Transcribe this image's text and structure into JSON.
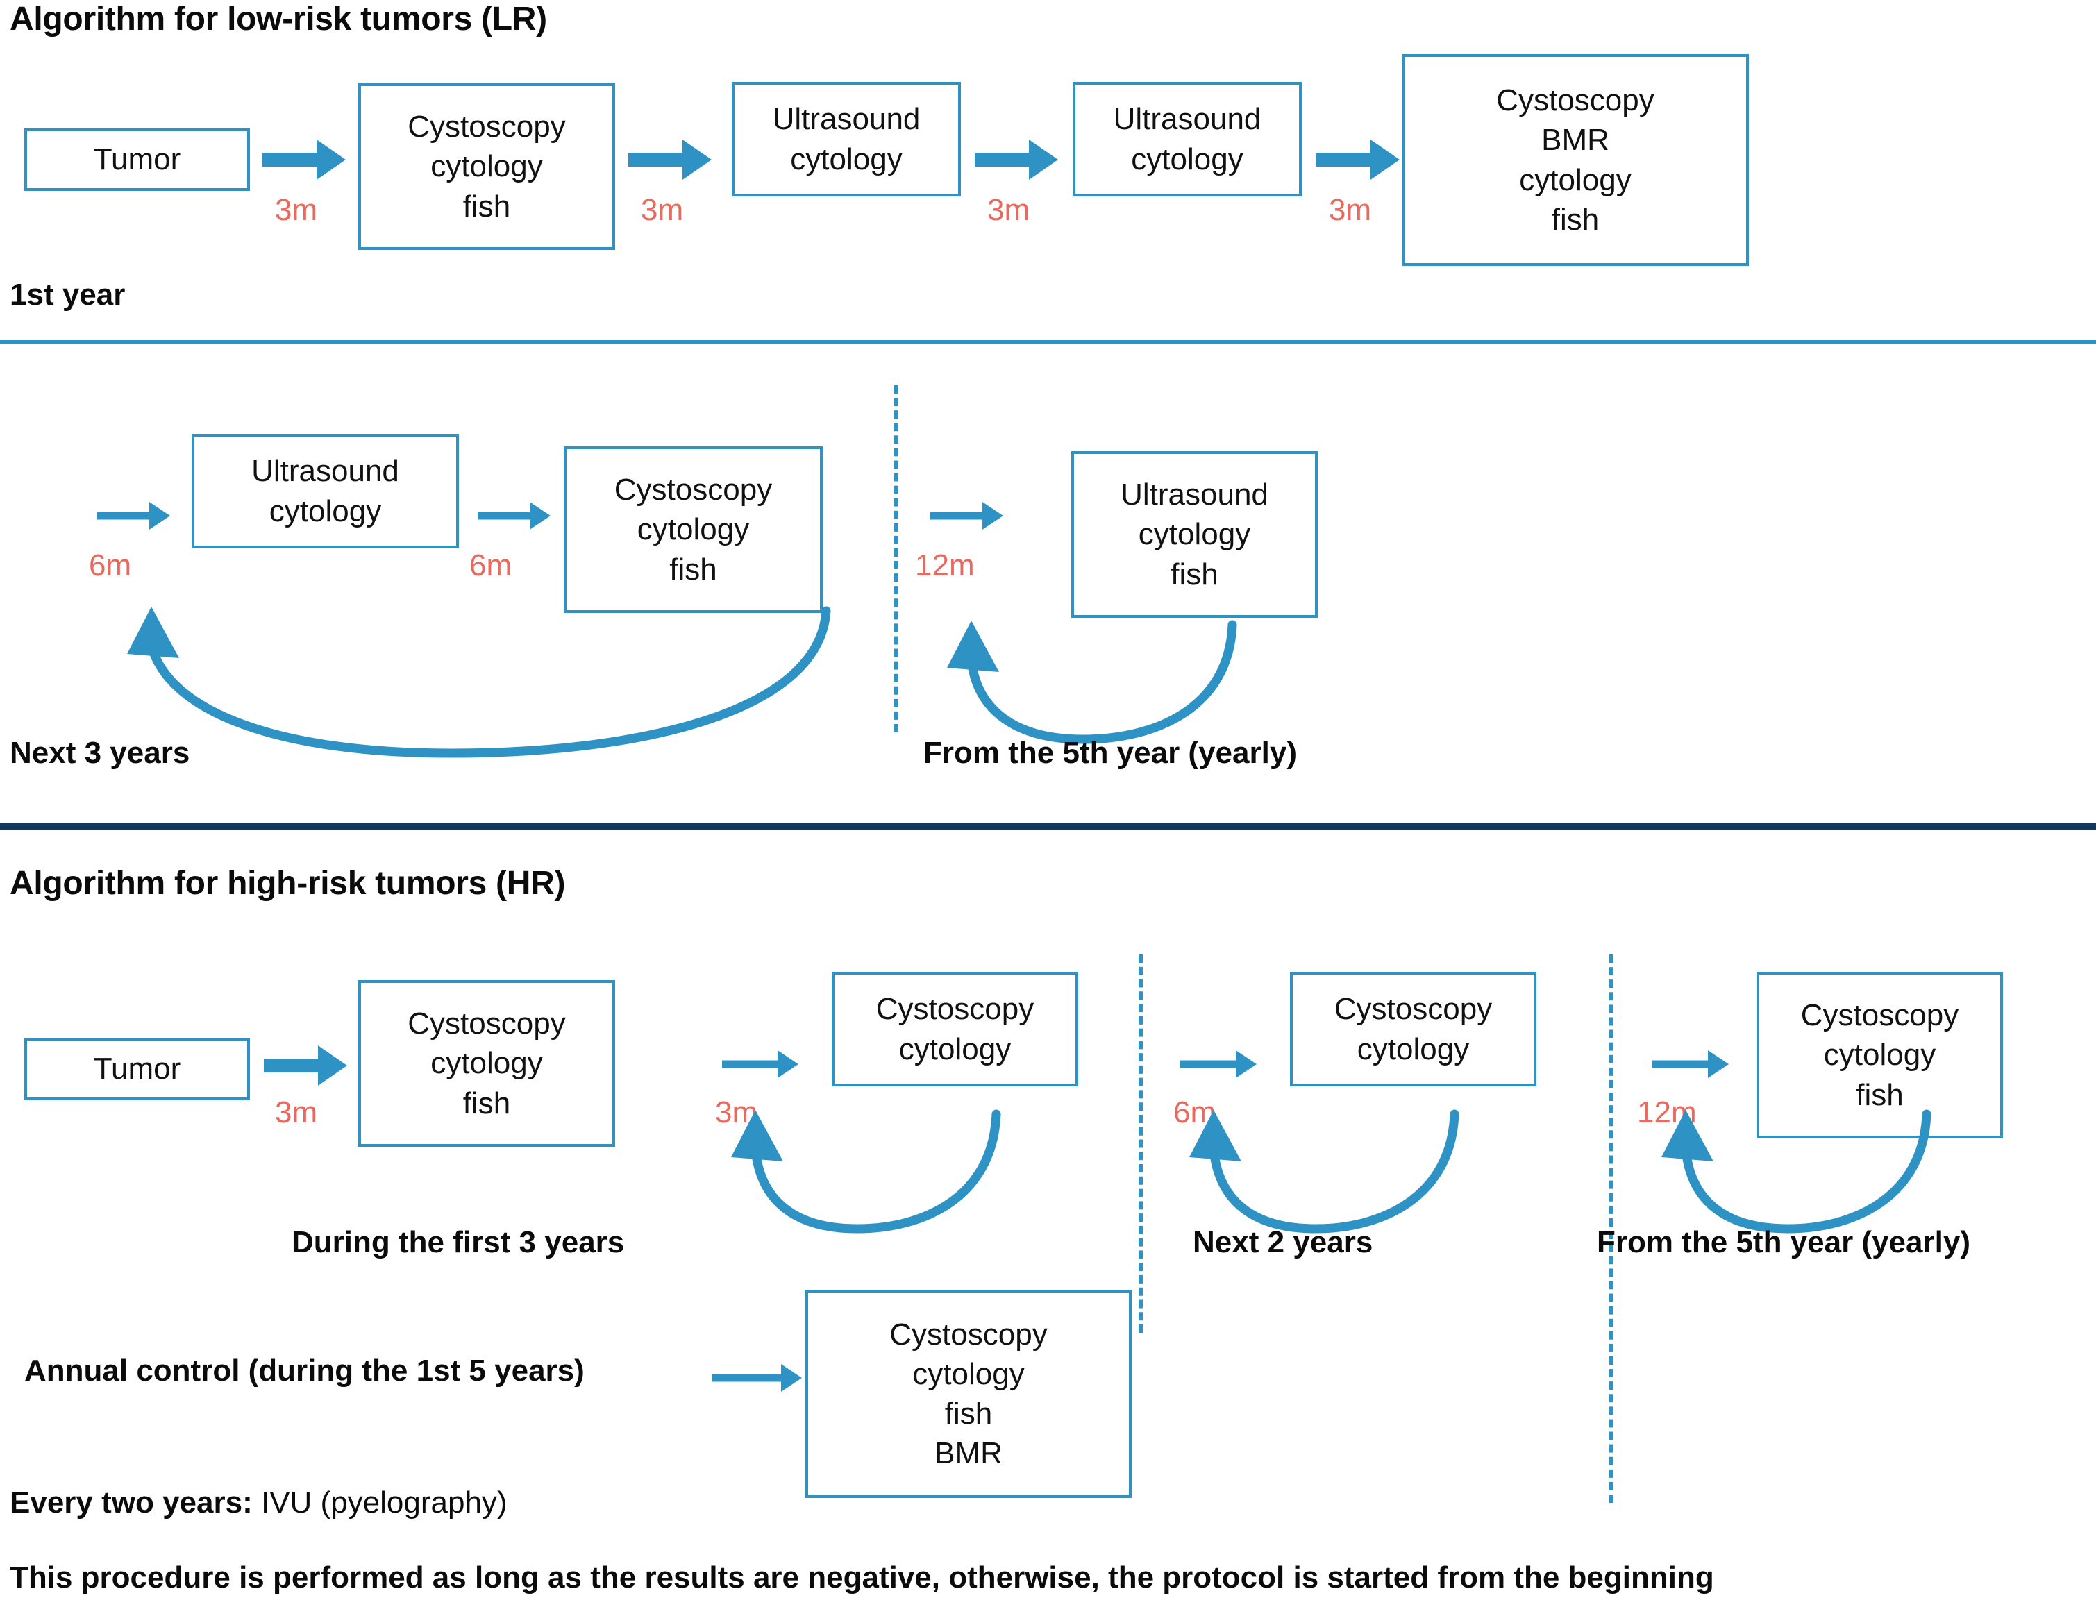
{
  "colors": {
    "box_border": "#2e93c4",
    "arrow": "#2e93c4",
    "interval_label": "#e8695e",
    "thin_divider": "#2e93c4",
    "thick_divider": "#13375e",
    "text": "#0b0b0b"
  },
  "lr": {
    "title": "Algorithm for low-risk tumors (LR)",
    "year1": {
      "caption": "1st year",
      "boxes": [
        {
          "id": "lr-y1-tumor",
          "text": "Tumor"
        },
        {
          "id": "lr-y1-cysto-1",
          "text": "Cystoscopy\ncytology\nfish"
        },
        {
          "id": "lr-y1-us-1",
          "text": "Ultrasound\ncytology"
        },
        {
          "id": "lr-y1-us-2",
          "text": "Ultrasound\ncytology"
        },
        {
          "id": "lr-y1-cysto-bmr",
          "text": "Cystoscopy\nBMR\ncytology\nfish"
        }
      ],
      "intervals": [
        "3m",
        "3m",
        "3m",
        "3m"
      ]
    },
    "next3years": {
      "caption": "Next 3 years",
      "boxes": [
        {
          "id": "lr-n3-us",
          "text": "Ultrasound\ncytology"
        },
        {
          "id": "lr-n3-cysto",
          "text": "Cystoscopy\ncytology\nfish"
        }
      ],
      "intervals": [
        "6m",
        "6m"
      ],
      "loop": "repeat-loop"
    },
    "fifthyear": {
      "caption": "From the 5th year (yearly)",
      "boxes": [
        {
          "id": "lr-y5-us",
          "text": "Ultrasound\ncytology\nfish"
        }
      ],
      "intervals": [
        "12m"
      ],
      "loop": "repeat-loop"
    }
  },
  "hr": {
    "title": "Algorithm for high-risk tumors (HR)",
    "first3years": {
      "caption": "During the first 3 years",
      "boxes": [
        {
          "id": "hr-tumor",
          "text": "Tumor"
        },
        {
          "id": "hr-cysto-1",
          "text": "Cystoscopy\ncytology\nfish"
        },
        {
          "id": "hr-cysto-2",
          "text": "Cystoscopy\ncytology"
        }
      ],
      "intervals": [
        "3m",
        "3m"
      ],
      "loop": "repeat-loop"
    },
    "next2years": {
      "caption": "Next 2 years",
      "boxes": [
        {
          "id": "hr-cysto-3",
          "text": "Cystoscopy\ncytology"
        }
      ],
      "intervals": [
        "6m"
      ],
      "loop": "repeat-loop"
    },
    "fifthyear": {
      "caption": "From the 5th year (yearly)",
      "boxes": [
        {
          "id": "hr-cysto-4",
          "text": "Cystoscopy\ncytology\nfish"
        }
      ],
      "intervals": [
        "12m"
      ],
      "loop": "repeat-loop"
    },
    "annual": {
      "label": "Annual control (during the 1st 5 years)",
      "box": {
        "id": "hr-annual-box",
        "text": "Cystoscopy\ncytology\nfish\nBMR"
      }
    },
    "every_two_years": {
      "label_bold": "Every two years:",
      "label_rest": " IVU (pyelography)"
    }
  },
  "footer": "This procedure is performed as long as the results are negative, otherwise, the protocol is started from the beginning"
}
